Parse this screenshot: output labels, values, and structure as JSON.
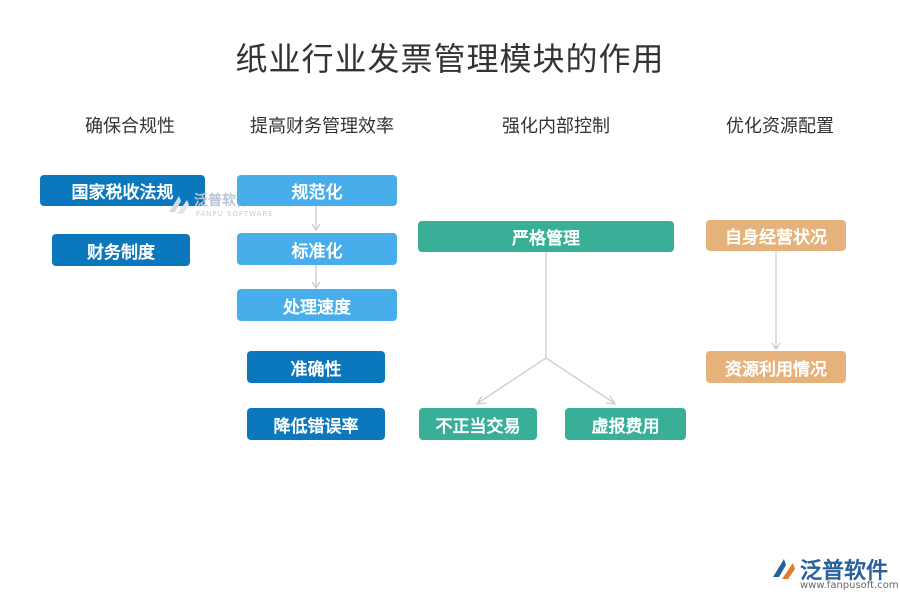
{
  "title": "纸业行业发票管理模块的作用",
  "columns": [
    {
      "heading": "确保合规性"
    },
    {
      "heading": "提高财务管理效率"
    },
    {
      "heading": "强化内部控制"
    },
    {
      "heading": "优化资源配置"
    }
  ],
  "nodes": {
    "national_tax_law": "国家税收法规",
    "financial_system": "财务制度",
    "standardization": "规范化",
    "normalization": "标准化",
    "processing_speed": "处理速度",
    "accuracy": "准确性",
    "reduce_error_rate": "降低错误率",
    "strict_management": "严格管理",
    "improper_transactions": "不正当交易",
    "false_expenses": "虚报费用",
    "own_operating_status": "自身经营状况",
    "resource_utilization": "资源利用情况"
  },
  "watermark": {
    "text": "泛普软件",
    "sub": "FANPU SOFTWARE"
  },
  "logo": {
    "text": "泛普软件",
    "url": "www.fanpusoft.com"
  },
  "colors": {
    "dark_blue": "#0b78be",
    "light_blue": "#48aeeb",
    "teal": "#3aaf98",
    "orange": "#e6b27b",
    "connector": "#c8c8c8"
  },
  "icons": [
    "fanpu-logo-icon"
  ]
}
